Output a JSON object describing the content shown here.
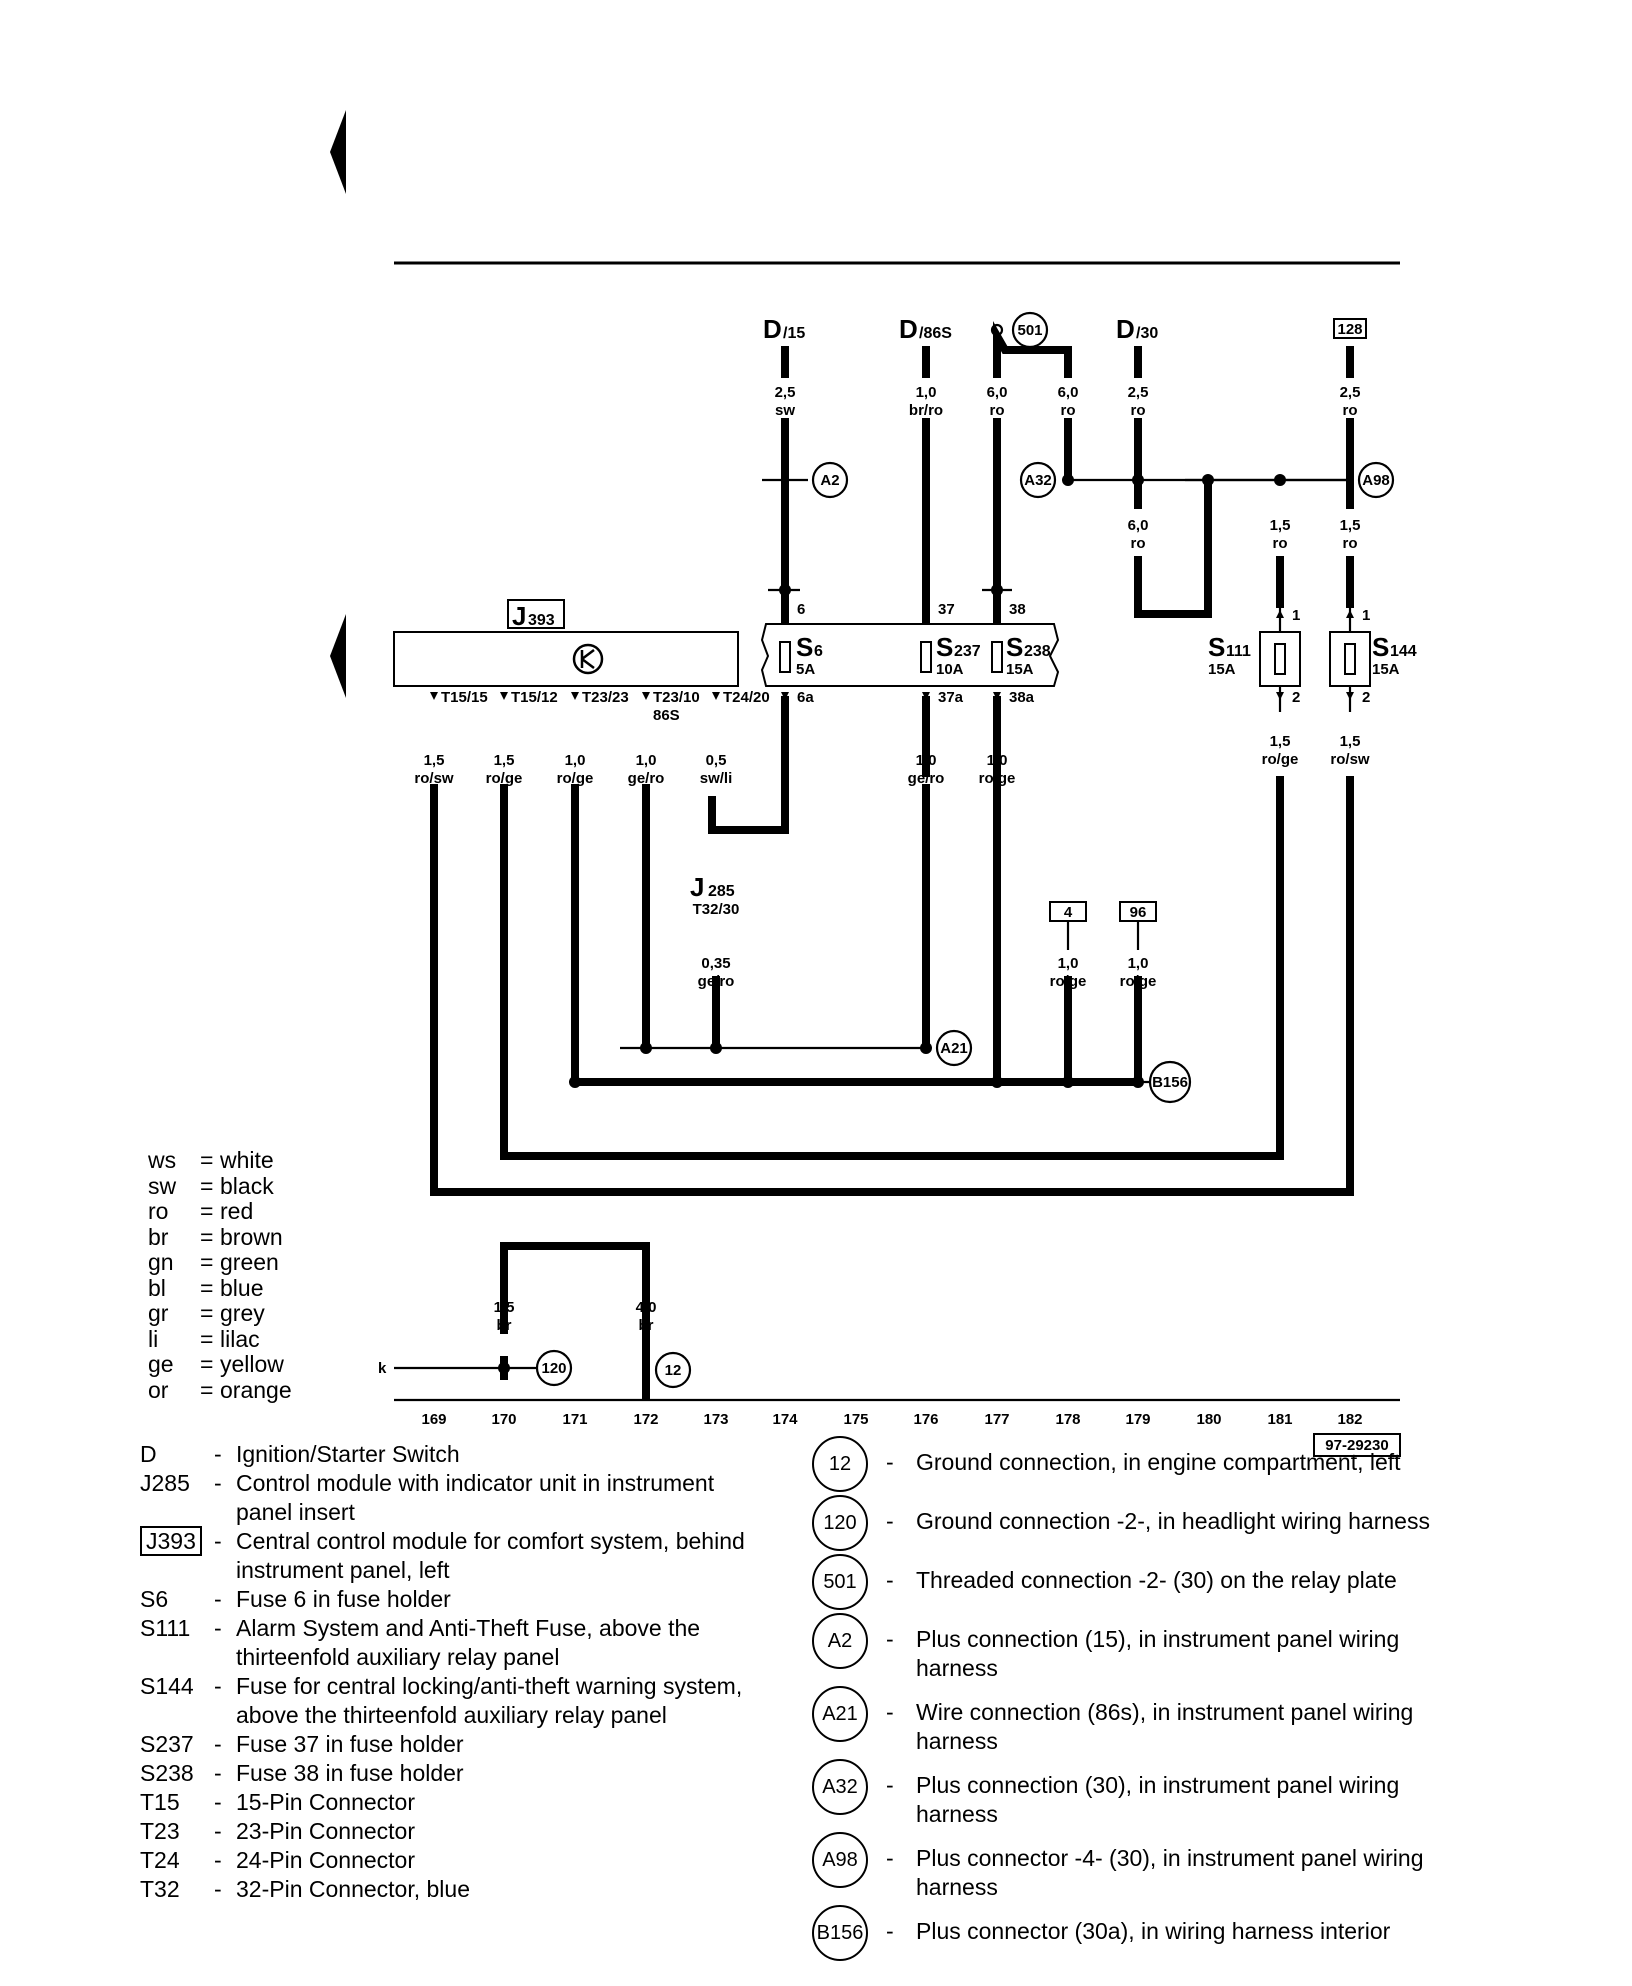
{
  "diagram": {
    "sources": {
      "d15": {
        "main": "D",
        "sub": "/15"
      },
      "d86s": {
        "main": "D",
        "sub": "/86S"
      },
      "d30": {
        "main": "D",
        "sub": "/30"
      },
      "box128": "128"
    },
    "wires": {
      "w_d15": [
        "2,5",
        "sw"
      ],
      "w_d86s": [
        "1,0",
        "br/ro"
      ],
      "w_501a": [
        "6,0",
        "ro"
      ],
      "w_501b": [
        "6,0",
        "ro"
      ],
      "w_d30": [
        "2,5",
        "ro"
      ],
      "w_128": [
        "2,5",
        "ro"
      ],
      "w_d30b": [
        "6,0",
        "ro"
      ],
      "w_s111in": [
        "1,5",
        "ro"
      ],
      "w_s144in": [
        "1,5",
        "ro"
      ],
      "w_t1515": [
        "1,5",
        "ro/sw"
      ],
      "w_t1512": [
        "1,5",
        "ro/ge"
      ],
      "w_t2323": [
        "1,0",
        "ro/ge"
      ],
      "w_t2310": [
        "1,0",
        "ge/ro"
      ],
      "w_t2420": [
        "0,5",
        "sw/li"
      ],
      "w_37a": [
        "1,0",
        "ge/ro"
      ],
      "w_38a": [
        "1,0",
        "ro/ge"
      ],
      "w_s111out": [
        "1,5",
        "ro/ge"
      ],
      "w_s144out": [
        "1,5",
        "ro/sw"
      ],
      "w_j285": [
        "0,35",
        "ge/ro"
      ],
      "w_box4": [
        "1,0",
        "ro/ge"
      ],
      "w_box96": [
        "1,0",
        "ro/ge"
      ],
      "w_170": [
        "1,5",
        "br"
      ],
      "w_172": [
        "4,0",
        "br"
      ]
    },
    "connectors": {
      "c501": "501",
      "A2": "A2",
      "A32": "A32",
      "A98": "A98",
      "A21": "A21",
      "B156": "B156",
      "c120": "120",
      "c12": "12"
    },
    "pins": {
      "p6": "6",
      "p37": "37",
      "p38": "38",
      "p1a": "1",
      "p1b": "1",
      "p2a": "2",
      "p2b": "2",
      "p6a": "6a",
      "p37a": "37a",
      "p38a": "38a",
      "t1515": "T15/15",
      "t1512": "T15/12",
      "t2323": "T23/23",
      "t2310": "T23/10",
      "t86s": "86S",
      "t2420": "T24/20",
      "k": "k"
    },
    "components": {
      "j393": {
        "main": "J",
        "sub": "393"
      },
      "s6": {
        "main": "S",
        "sub": "6",
        "amp": "5A"
      },
      "s237": {
        "main": "S",
        "sub": "237",
        "amp": "10A"
      },
      "s238": {
        "main": "S",
        "sub": "238",
        "amp": "15A"
      },
      "s111": {
        "main": "S",
        "sub": "111",
        "amp": "15A"
      },
      "s144": {
        "main": "S",
        "sub": "144",
        "amp": "15A"
      },
      "j285": {
        "main": "J",
        "sub": "285",
        "pin": "T32/30"
      },
      "box4": "4",
      "box96": "96"
    },
    "scale": [
      "169",
      "170",
      "171",
      "172",
      "173",
      "174",
      "175",
      "176",
      "177",
      "178",
      "179",
      "180",
      "181",
      "182"
    ],
    "ref": "97-29230"
  },
  "color_legend": [
    {
      "abbr": "ws",
      "color": "white"
    },
    {
      "abbr": "sw",
      "color": "black"
    },
    {
      "abbr": "ro",
      "color": "red"
    },
    {
      "abbr": "br",
      "color": "brown"
    },
    {
      "abbr": "gn",
      "color": "green"
    },
    {
      "abbr": "bl",
      "color": "blue"
    },
    {
      "abbr": "gr",
      "color": "grey"
    },
    {
      "abbr": "li",
      "color": "lilac"
    },
    {
      "abbr": "ge",
      "color": "yellow"
    },
    {
      "abbr": "or",
      "color": "orange"
    }
  ],
  "components_list": [
    {
      "code": "D",
      "desc": "Ignition/Starter Switch"
    },
    {
      "code": "J285",
      "desc": "Control module with indicator unit in instrument panel insert"
    },
    {
      "code": "J393",
      "desc": "Central control module for comfort system, behind instrument panel, left",
      "boxed": true
    },
    {
      "code": "S6",
      "desc": "Fuse 6 in fuse holder"
    },
    {
      "code": "S111",
      "desc": "Alarm System and Anti-Theft Fuse, above the thirteenfold auxiliary relay panel"
    },
    {
      "code": "S144",
      "desc": "Fuse for central locking/anti-theft warning system, above the thirteenfold auxiliary relay panel"
    },
    {
      "code": "S237",
      "desc": "Fuse 37 in fuse holder"
    },
    {
      "code": "S238",
      "desc": "Fuse 38 in fuse holder"
    },
    {
      "code": "T15",
      "desc": "15-Pin Connector"
    },
    {
      "code": "T23",
      "desc": "23-Pin Connector"
    },
    {
      "code": "T24",
      "desc": "24-Pin Connector"
    },
    {
      "code": "T32",
      "desc": "32-Pin Connector, blue"
    }
  ],
  "connections_list": [
    {
      "sym": "12",
      "desc": "Ground connection, in engine compartment, left"
    },
    {
      "sym": "120",
      "desc": "Ground connection -2-, in headlight wiring harness"
    },
    {
      "sym": "501",
      "desc": "Threaded connection -2- (30) on the relay plate"
    },
    {
      "sym": "A2",
      "desc": "Plus connection (15), in instrument panel wiring harness"
    },
    {
      "sym": "A21",
      "desc": "Wire connection (86s), in instrument panel wiring harness"
    },
    {
      "sym": "A32",
      "desc": "Plus connection (30), in instrument panel wiring harness"
    },
    {
      "sym": "A98",
      "desc": "Plus connector -4- (30), in instrument panel wiring harness"
    },
    {
      "sym": "B156",
      "desc": "Plus connector (30a), in wiring harness interior"
    }
  ]
}
